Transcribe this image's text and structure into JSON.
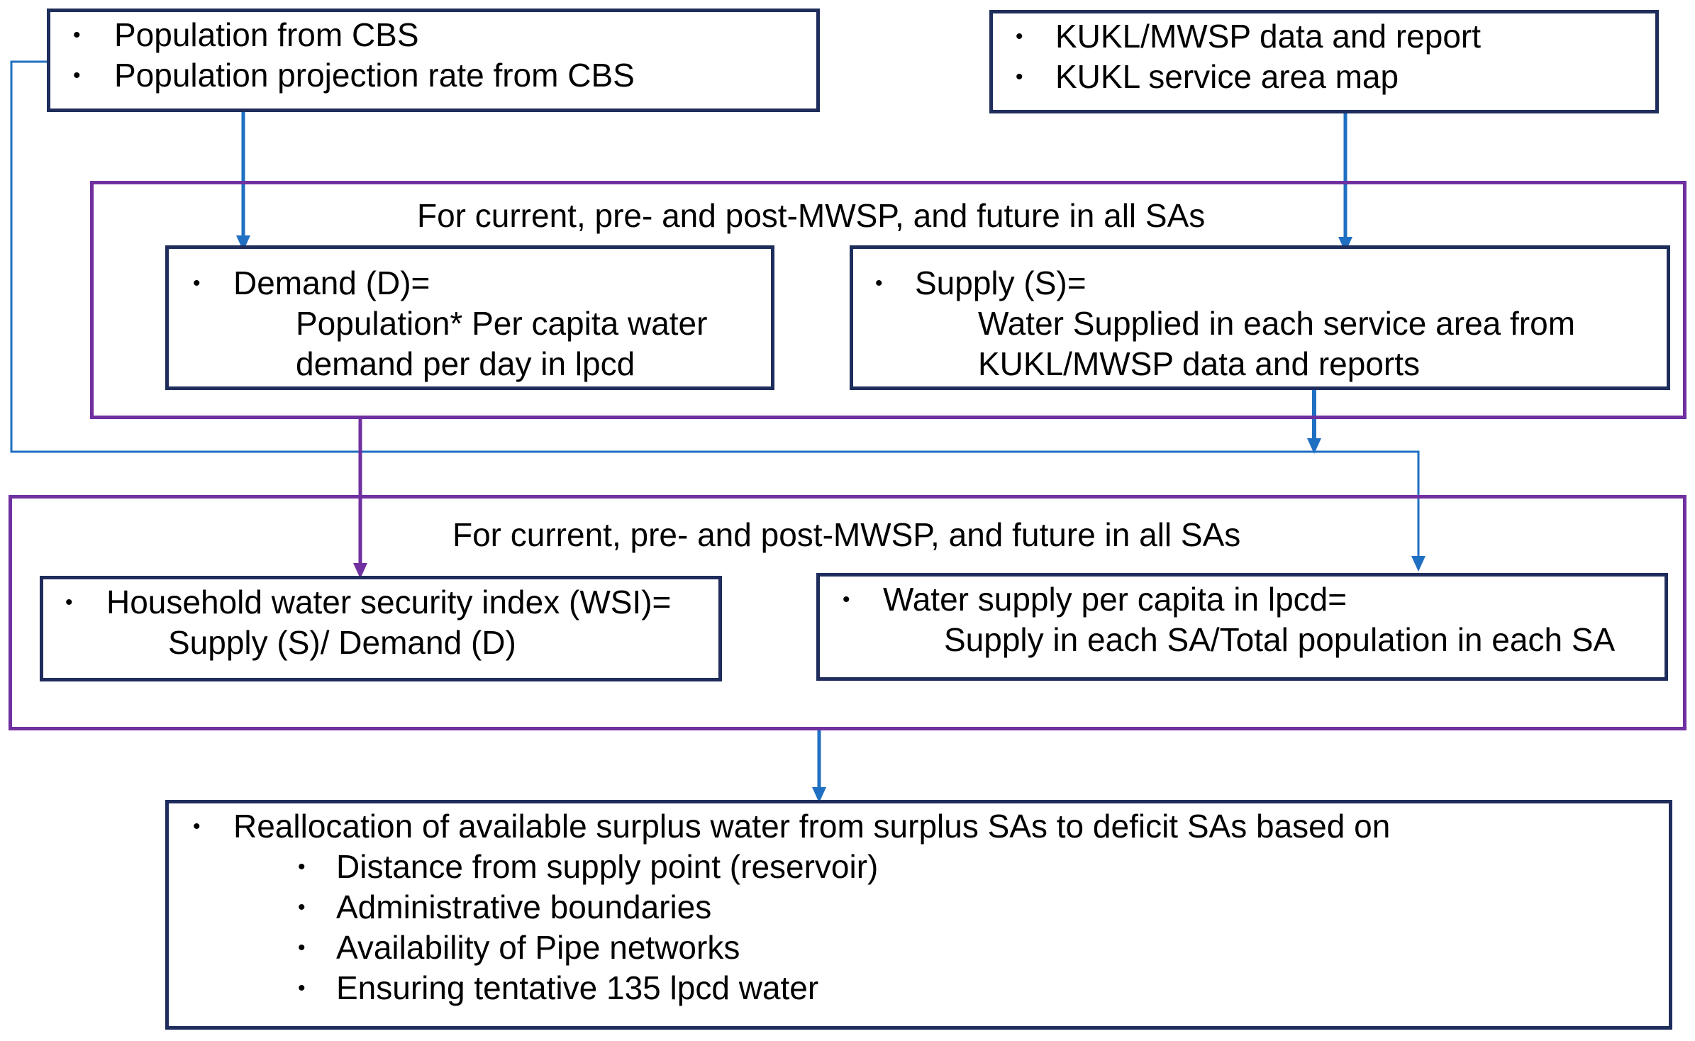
{
  "colors": {
    "box_border": "#1f2d5c",
    "group_border": "#7030a0",
    "arrow_blue": "#1f6fc2",
    "arrow_purple": "#7030a0"
  },
  "bullet": "•",
  "sources": {
    "cbs": [
      "Population from CBS",
      "Population projection rate from CBS"
    ],
    "kukl": [
      "KUKL/MWSP data and report",
      "KUKL service area map"
    ]
  },
  "group1": {
    "heading": "For current,  pre- and post-MWSP, and future  in all SAs",
    "demand": {
      "label": "Demand (D)=",
      "line1": "Population* Per capita water",
      "line2": "demand per day in lpcd"
    },
    "supply": {
      "label": "Supply (S)=",
      "line1": "Water Supplied in each service area from",
      "line2": "KUKL/MWSP data and reports"
    }
  },
  "group2": {
    "heading": "For current,  pre- and post-MWSP, and future  in all SAs",
    "wsi": {
      "label": "Household water security index (WSI)=",
      "line1": "Supply (S)/ Demand (D)"
    },
    "per_capita": {
      "label": "Water supply per capita in lpcd=",
      "line1": "Supply in each SA/Total population in each SA"
    }
  },
  "reallocation": {
    "label": "Reallocation of available surplus  water from surplus  SAs to deficit SAs based on",
    "criteria": [
      "Distance from supply point (reservoir)",
      "Administrative  boundaries",
      "Availability of Pipe networks",
      "Ensuring  tentative  135 lpcd water"
    ]
  }
}
